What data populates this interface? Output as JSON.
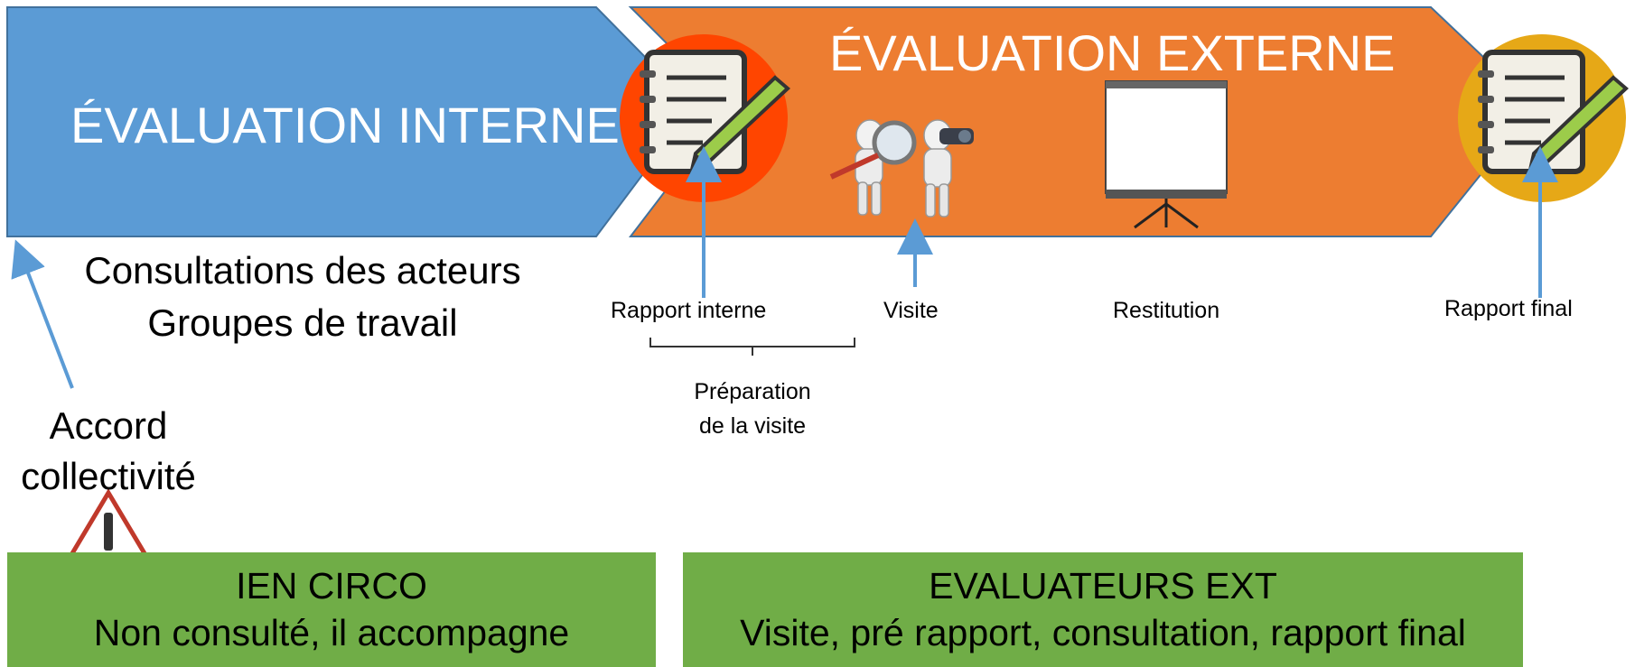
{
  "phases": {
    "internal": {
      "title": "ÉVALUATION INTERNE",
      "color": "#5b9bd5"
    },
    "external": {
      "title": "ÉVALUATION EXTERNE",
      "color": "#ed7d31"
    }
  },
  "milestones": {
    "rapport_interne": "Rapport interne",
    "visite": "Visite",
    "restitution": "Restitution",
    "rapport_final": "Rapport final",
    "preparation_line1": "Préparation",
    "preparation_line2": "de la visite"
  },
  "internal_notes": {
    "line1": "Consultations des acteurs",
    "line2": "Groupes de travail"
  },
  "accord": {
    "line1": "Accord",
    "line2": "collectivité"
  },
  "boxes": {
    "ien": {
      "title": "IEN CIRCO",
      "text": "Non consulté, il accompagne",
      "color": "#70ad47"
    },
    "evaluateurs": {
      "title": "EVALUATEURS EXT",
      "text": "Visite, pré rapport, consultation, rapport final",
      "color": "#70ad47"
    }
  },
  "icons": {
    "report_internal": "notebook-pen-icon",
    "visit": "figures-magnifier-binoculars-icon",
    "restitution": "projection-screen-icon",
    "report_final": "notebook-pen-icon",
    "warning": "warning-triangle-icon"
  },
  "colors": {
    "arrow": "#5b9bd5",
    "report_internal_circle": "#ff4500",
    "report_final_circle": "#e6a817"
  }
}
